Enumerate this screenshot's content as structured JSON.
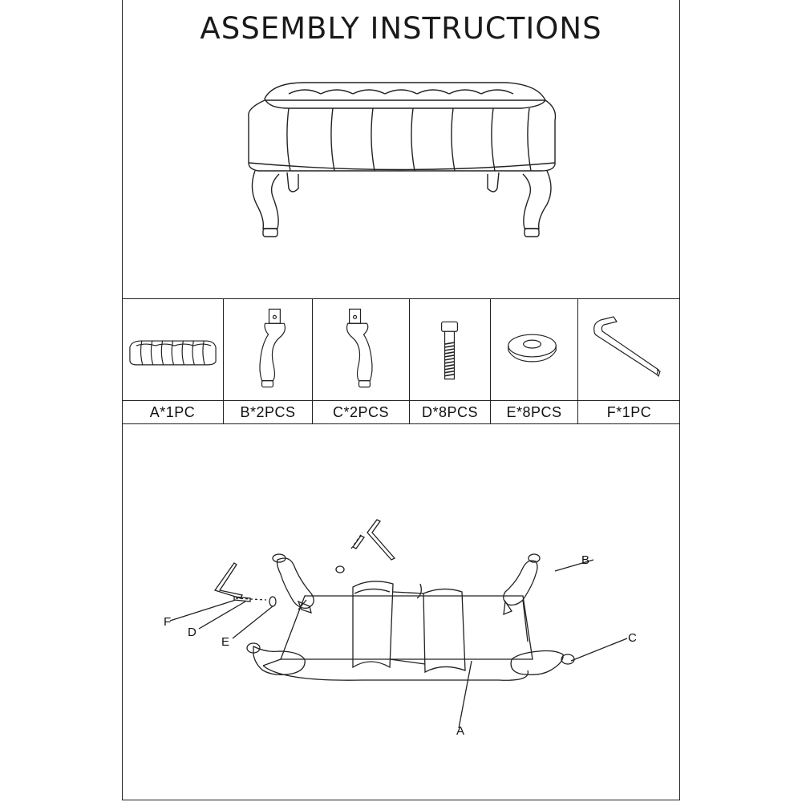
{
  "title": "ASSEMBLY INSTRUCTIONS",
  "parts": [
    {
      "label": "A*1PC",
      "icon": "bench-seat-icon"
    },
    {
      "label": "B*2PCS",
      "icon": "leg-left-icon"
    },
    {
      "label": "C*2PCS",
      "icon": "leg-right-icon"
    },
    {
      "label": "D*8PCS",
      "icon": "bolt-icon"
    },
    {
      "label": "E*8PCS",
      "icon": "washer-icon"
    },
    {
      "label": "F*1PC",
      "icon": "allen-key-icon"
    }
  ],
  "callouts": {
    "a": "A",
    "b": "B",
    "c": "C",
    "d": "D",
    "e": "E",
    "f": "F"
  }
}
